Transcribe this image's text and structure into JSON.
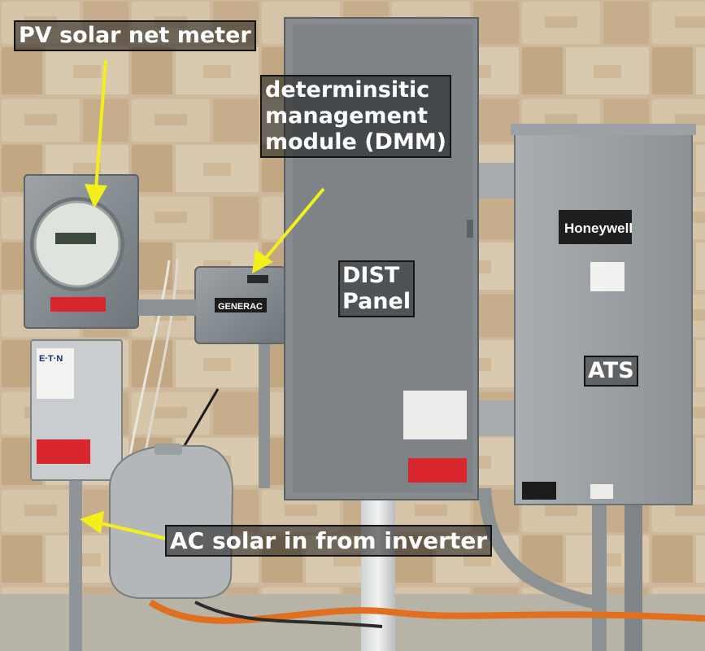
{
  "annotations": {
    "pv_net_meter": "PV solar net meter",
    "dmm": [
      "determinsitic",
      "management",
      "module (DMM)"
    ],
    "dist_panel": [
      "DIST",
      "Panel"
    ],
    "ats": "ATS",
    "ac_solar": "AC solar in from inverter"
  },
  "photo_text": {
    "honeywell": "Honeywell",
    "generac": "GENERAC",
    "eaton": "E·T·N"
  },
  "colors": {
    "arrow": "#f2ef1c",
    "label_bg": "#222222",
    "label_text": "#ffffff"
  }
}
